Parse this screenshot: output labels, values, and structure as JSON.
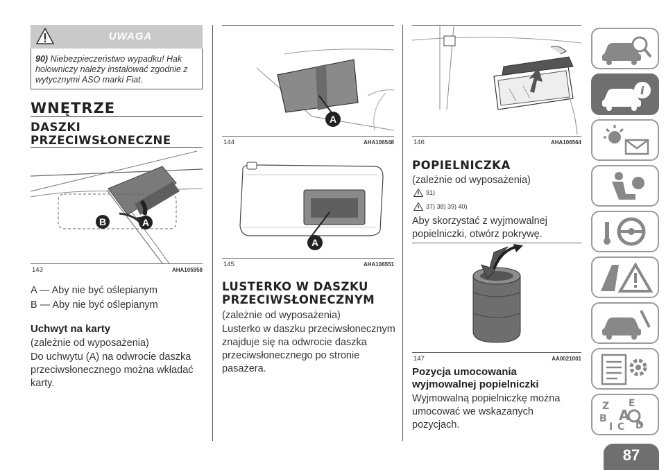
{
  "warning": {
    "title": "UWAGA",
    "ref": "90)",
    "text": "Niebezpieczeństwo wypadku! Hak holowniczy należy instalować zgodnie z wytycznymi ASO marki Fiat."
  },
  "col1": {
    "h1": "WNĘTRZE",
    "h2": "DASZKI PRZECIWSŁONECZNE",
    "fig_num": "143",
    "fig_code": "AHA105958",
    "label_a": "A",
    "label_b": "B",
    "line1": "A — Aby nie być oślepianym",
    "line2": "B — Aby nie być oślepianym",
    "h3": "Uchwyt na karty",
    "equip": "(zależnie od wyposażenia)",
    "para": "Do uchwytu (A) na odwrocie daszka przeciwsłonecznego można wkładać karty."
  },
  "col2": {
    "fig1_num": "144",
    "fig1_code": "AHA106548",
    "fig1_label": "A",
    "fig2_num": "145",
    "fig2_code": "AHA106551",
    "fig2_label": "A",
    "h2": "LUSTERKO W DASZKU PRZECIWSŁONECZNYM",
    "equip": "(zależnie od wyposażenia)",
    "para": "Lusterko w daszku przeciwsłonecznym znajduje się na odwrocie daszka przeciwsłonecznego po stronie pasażera."
  },
  "col3": {
    "fig1_num": "146",
    "fig1_code": "AHA106564",
    "h2": "POPIELNICZKA",
    "equip": "(zależnie od wyposażenia)",
    "note1": "91)",
    "note2": "37) 38) 39) 40)",
    "para": "Aby skorzystać z wyjmowalnej popielniczki, otwórz pokrywę.",
    "fig2_num": "147",
    "fig2_code": "AA0021001",
    "h3": "Pozycja umocowania wyjmowalnej popielniczki",
    "para2": "Wyjmowalną popielniczkę można umocować we wskazanych pozycjach."
  },
  "sidebar": {
    "tabs": [
      "car-search-icon",
      "car-info-icon",
      "warning-lights-icon",
      "airbag-seat-icon",
      "steering-key-icon",
      "road-warning-icon",
      "car-service-icon",
      "specs-settings-icon",
      "index-abc-icon"
    ],
    "active_index": 1,
    "active_color": "#6f6f6f"
  },
  "page_number": "87"
}
